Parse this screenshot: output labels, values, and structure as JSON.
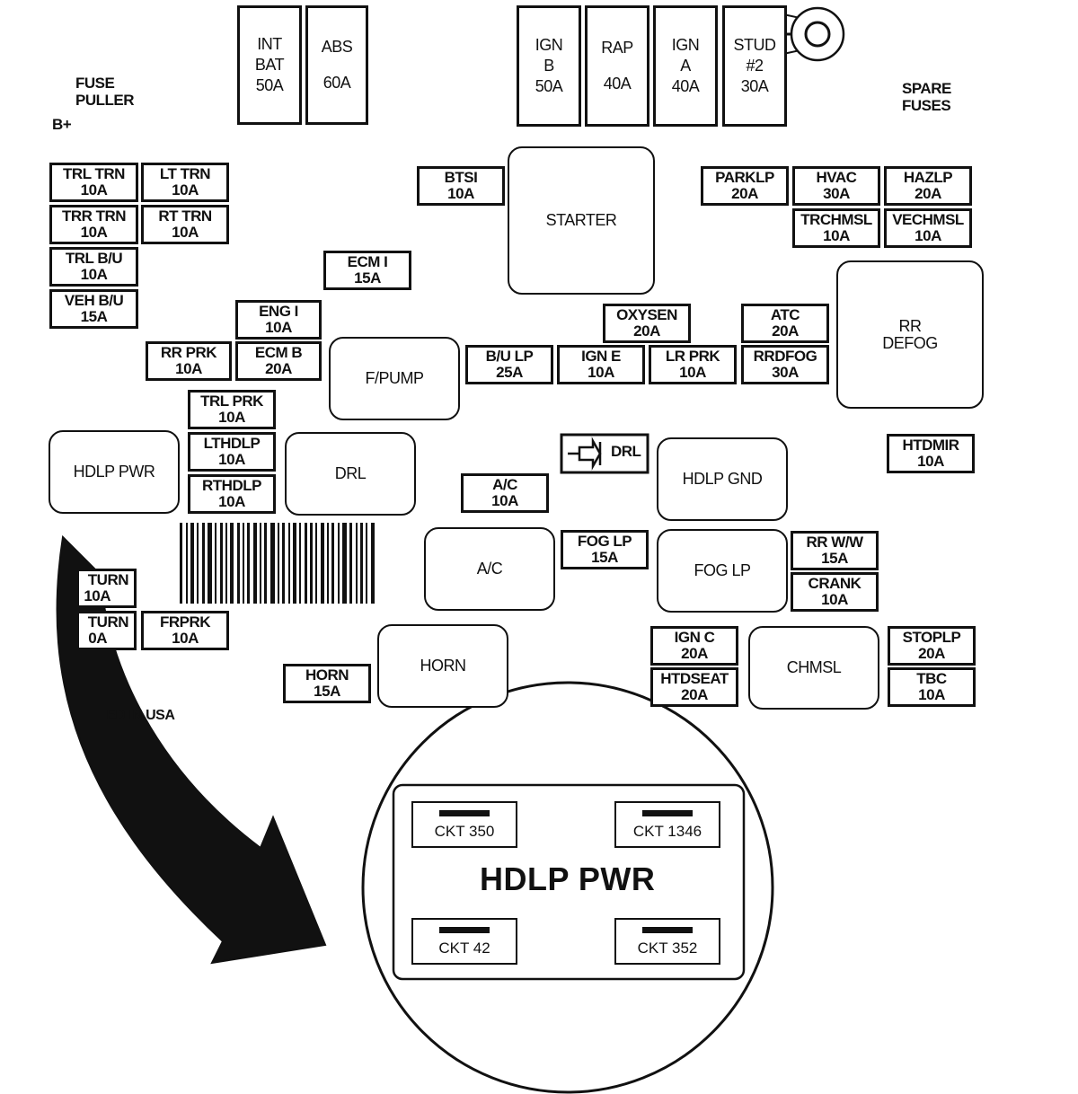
{
  "top_fuses": {
    "int_bat": [
      "INT",
      "BAT",
      "50A"
    ],
    "abs": [
      "ABS",
      "60A"
    ],
    "ign_b": [
      "IGN",
      "B",
      "50A"
    ],
    "rap": [
      "RAP",
      "40A"
    ],
    "ign_a": [
      "IGN",
      "A",
      "40A"
    ],
    "stud2": [
      "STUD",
      "#2",
      "30A"
    ]
  },
  "labels": {
    "fuse_puller": [
      "FUSE",
      "PULLER"
    ],
    "b_plus": "B+",
    "spare_fuses": [
      "SPARE",
      "FUSES"
    ],
    "made_in_usa": "ED IN USA"
  },
  "mini_fuses": {
    "trl_trn": [
      "TRL TRN",
      "10A"
    ],
    "lt_trn": [
      "LT TRN",
      "10A"
    ],
    "trr_trn": [
      "TRR TRN",
      "10A"
    ],
    "rt_trn": [
      "RT TRN",
      "10A"
    ],
    "trl_bu": [
      "TRL B/U",
      "10A"
    ],
    "veh_bu": [
      "VEH B/U",
      "15A"
    ],
    "btsi": [
      "BTSI",
      "10A"
    ],
    "ecm_i": [
      "ECM I",
      "15A"
    ],
    "eng_i": [
      "ENG I",
      "10A"
    ],
    "rr_prk": [
      "RR PRK",
      "10A"
    ],
    "ecm_b": [
      "ECM B",
      "20A"
    ],
    "trl_prk": [
      "TRL PRK",
      "10A"
    ],
    "lthdlp": [
      "LTHDLP",
      "10A"
    ],
    "rthdlp": [
      "RTHDLP",
      "10A"
    ],
    "parklp": [
      "PARKLP",
      "20A"
    ],
    "hvac": [
      "HVAC",
      "30A"
    ],
    "hazlp": [
      "HAZLP",
      "20A"
    ],
    "trchmsl": [
      "TRCHMSL",
      "10A"
    ],
    "vechmsl": [
      "VECHMSL",
      "10A"
    ],
    "oxysen": [
      "OXYSEN",
      "20A"
    ],
    "atc": [
      "ATC",
      "20A"
    ],
    "bu_lp": [
      "B/U LP",
      "25A"
    ],
    "ign_e": [
      "IGN E",
      "10A"
    ],
    "lr_prk": [
      "LR PRK",
      "10A"
    ],
    "rrdfog": [
      "RRDFOG",
      "30A"
    ],
    "htdmir": [
      "HTDMIR",
      "10A"
    ],
    "ac_fuse": [
      "A/C",
      "10A"
    ],
    "fog_lp_fuse": [
      "FOG LP",
      "15A"
    ],
    "rr_ww": [
      "RR W/W",
      "15A"
    ],
    "crank": [
      "CRANK",
      "10A"
    ],
    "turn1": [
      "TURN",
      "10A"
    ],
    "turn2": [
      "TURN",
      "0A"
    ],
    "frprk": [
      "FRPRK",
      "10A"
    ],
    "horn_fuse": [
      "HORN",
      "15A"
    ],
    "ign_c": [
      "IGN C",
      "20A"
    ],
    "htdseat": [
      "HTDSEAT",
      "20A"
    ],
    "stoplp": [
      "STOPLP",
      "20A"
    ],
    "tbc": [
      "TBC",
      "10A"
    ]
  },
  "relays": {
    "starter": "STARTER",
    "rr_defog": [
      "RR",
      "DEFOG"
    ],
    "f_pump": "F/PUMP",
    "hdlp_pwr": "HDLP PWR",
    "drl": "DRL",
    "hdlp_gnd": "HDLP GND",
    "ac": "A/C",
    "fog_lp": "FOG LP",
    "horn": "HORN",
    "chmsl": "CHMSL"
  },
  "drl_diode": "DRL",
  "detail": {
    "title": "HDLP PWR",
    "ckt_tl": "CKT 350",
    "ckt_tr": "CKT 1346",
    "ckt_bl": "CKT 42",
    "ckt_br": "CKT 352"
  }
}
